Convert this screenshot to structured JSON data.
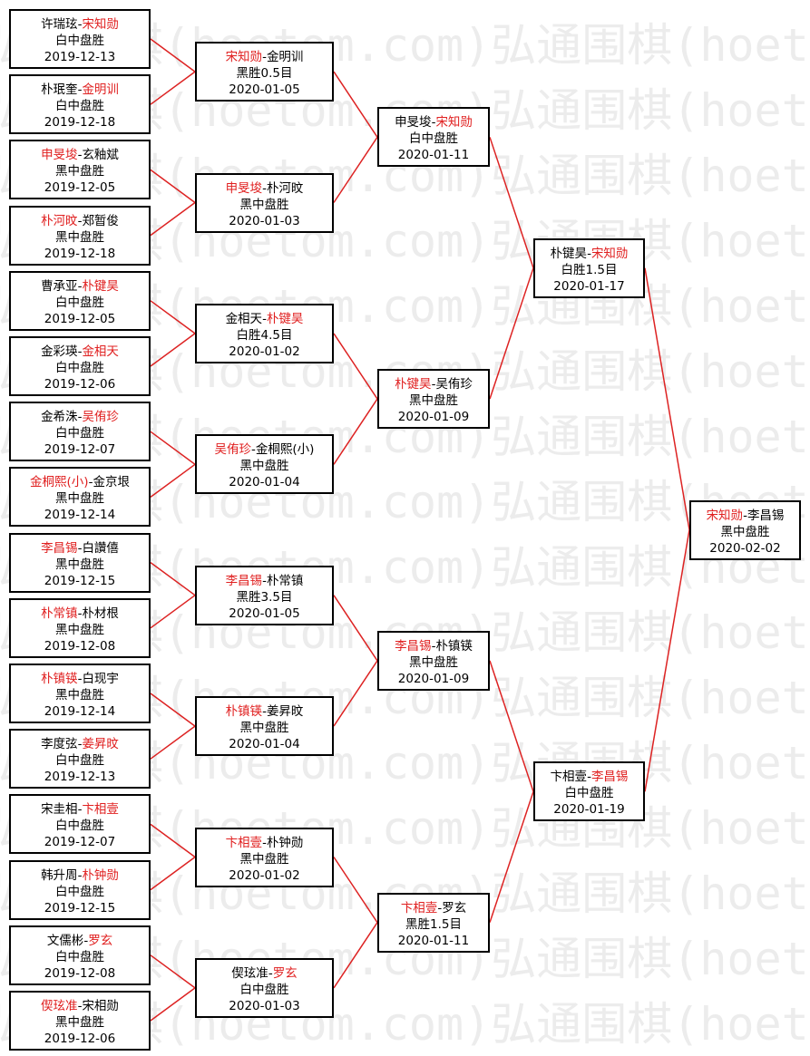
{
  "watermark": "弘通围棋(hoetom.com)",
  "colors": {
    "winner": "#e02020",
    "line": "#dd2222",
    "border": "#000000"
  },
  "matches": [
    {
      "id": "r1m1",
      "p1": "许瑞玹",
      "p2": "宋知勋",
      "winner": 2,
      "result": "白中盘胜",
      "date": "2019-12-13"
    },
    {
      "id": "r1m2",
      "p1": "朴珉奎",
      "p2": "金明训",
      "winner": 2,
      "result": "白中盘胜",
      "date": "2019-12-18"
    },
    {
      "id": "r1m3",
      "p1": "申旻埈",
      "p2": "玄釉斌",
      "winner": 1,
      "result": "黑中盘胜",
      "date": "2019-12-05"
    },
    {
      "id": "r1m4",
      "p1": "朴河旼",
      "p2": "郑暂俊",
      "winner": 1,
      "result": "黑中盘胜",
      "date": "2019-12-18"
    },
    {
      "id": "r1m5",
      "p1": "曹承亚",
      "p2": "朴键昊",
      "winner": 2,
      "result": "白中盘胜",
      "date": "2019-12-05"
    },
    {
      "id": "r1m6",
      "p1": "金彩瑛",
      "p2": "金相天",
      "winner": 2,
      "result": "白中盘胜",
      "date": "2019-12-06"
    },
    {
      "id": "r1m7",
      "p1": "金希洙",
      "p2": "吴侑珍",
      "winner": 2,
      "result": "白中盘胜",
      "date": "2019-12-07"
    },
    {
      "id": "r1m8",
      "p1": "金桐熙(小)",
      "p2": "金京垠",
      "winner": 1,
      "result": "黑中盘胜",
      "date": "2019-12-14"
    },
    {
      "id": "r1m9",
      "p1": "李昌锡",
      "p2": "白讚僖",
      "winner": 1,
      "result": "黑中盘胜",
      "date": "2019-12-15"
    },
    {
      "id": "r1m10",
      "p1": "朴常镇",
      "p2": "朴材根",
      "winner": 1,
      "result": "黑中盘胜",
      "date": "2019-12-08"
    },
    {
      "id": "r1m11",
      "p1": "朴镇锳",
      "p2": "白现宇",
      "winner": 1,
      "result": "黑中盘胜",
      "date": "2019-12-14"
    },
    {
      "id": "r1m12",
      "p1": "李度弦",
      "p2": "姜昇旼",
      "winner": 2,
      "result": "白中盘胜",
      "date": "2019-12-13"
    },
    {
      "id": "r1m13",
      "p1": "宋圭相",
      "p2": "卞相壹",
      "winner": 2,
      "result": "白中盘胜",
      "date": "2019-12-07"
    },
    {
      "id": "r1m14",
      "p1": "韩升周",
      "p2": "朴钟勋",
      "winner": 2,
      "result": "白中盘胜",
      "date": "2019-12-15"
    },
    {
      "id": "r1m15",
      "p1": "文儒彬",
      "p2": "罗玄",
      "winner": 2,
      "result": "白中盘胜",
      "date": "2019-12-08"
    },
    {
      "id": "r1m16",
      "p1": "偰玹准",
      "p2": "宋相勋",
      "winner": 1,
      "result": "黑中盘胜",
      "date": "2019-12-06"
    },
    {
      "id": "r2m1",
      "p1": "宋知勋",
      "p2": "金明训",
      "winner": 1,
      "result": "黑胜0.5目",
      "date": "2020-01-05"
    },
    {
      "id": "r2m2",
      "p1": "申旻埈",
      "p2": "朴河旼",
      "winner": 1,
      "result": "黑中盘胜",
      "date": "2020-01-03"
    },
    {
      "id": "r2m3",
      "p1": "金相天",
      "p2": "朴键昊",
      "winner": 2,
      "result": "白胜4.5目",
      "date": "2020-01-02"
    },
    {
      "id": "r2m4",
      "p1": "吴侑珍",
      "p2": "金桐熙(小)",
      "winner": 1,
      "result": "黑中盘胜",
      "date": "2020-01-04"
    },
    {
      "id": "r2m5",
      "p1": "李昌锡",
      "p2": "朴常镇",
      "winner": 1,
      "result": "黑胜3.5目",
      "date": "2020-01-05"
    },
    {
      "id": "r2m6",
      "p1": "朴镇锳",
      "p2": "姜昇旼",
      "winner": 1,
      "result": "黑中盘胜",
      "date": "2020-01-04"
    },
    {
      "id": "r2m7",
      "p1": "卞相壹",
      "p2": "朴钟勋",
      "winner": 1,
      "result": "黑中盘胜",
      "date": "2020-01-02"
    },
    {
      "id": "r2m8",
      "p1": "偰玹准",
      "p2": "罗玄",
      "winner": 2,
      "result": "白中盘胜",
      "date": "2020-01-03"
    },
    {
      "id": "r3m1",
      "p1": "申旻埈",
      "p2": "宋知勋",
      "winner": 2,
      "result": "白中盘胜",
      "date": "2020-01-11"
    },
    {
      "id": "r3m2",
      "p1": "朴键昊",
      "p2": "吴侑珍",
      "winner": 1,
      "result": "黑中盘胜",
      "date": "2020-01-09"
    },
    {
      "id": "r3m3",
      "p1": "李昌锡",
      "p2": "朴镇锳",
      "winner": 1,
      "result": "黑中盘胜",
      "date": "2020-01-09"
    },
    {
      "id": "r3m4",
      "p1": "卞相壹",
      "p2": "罗玄",
      "winner": 1,
      "result": "黑胜1.5目",
      "date": "2020-01-11"
    },
    {
      "id": "r4m1",
      "p1": "朴键昊",
      "p2": "宋知勋",
      "winner": 2,
      "result": "白胜1.5目",
      "date": "2020-01-17"
    },
    {
      "id": "r4m2",
      "p1": "卞相壹",
      "p2": "李昌锡",
      "winner": 2,
      "result": "白中盘胜",
      "date": "2020-01-19"
    },
    {
      "id": "r5m1",
      "p1": "宋知勋",
      "p2": "李昌锡",
      "winner": 1,
      "result": "黑中盘胜",
      "date": "2020-02-02"
    }
  ]
}
